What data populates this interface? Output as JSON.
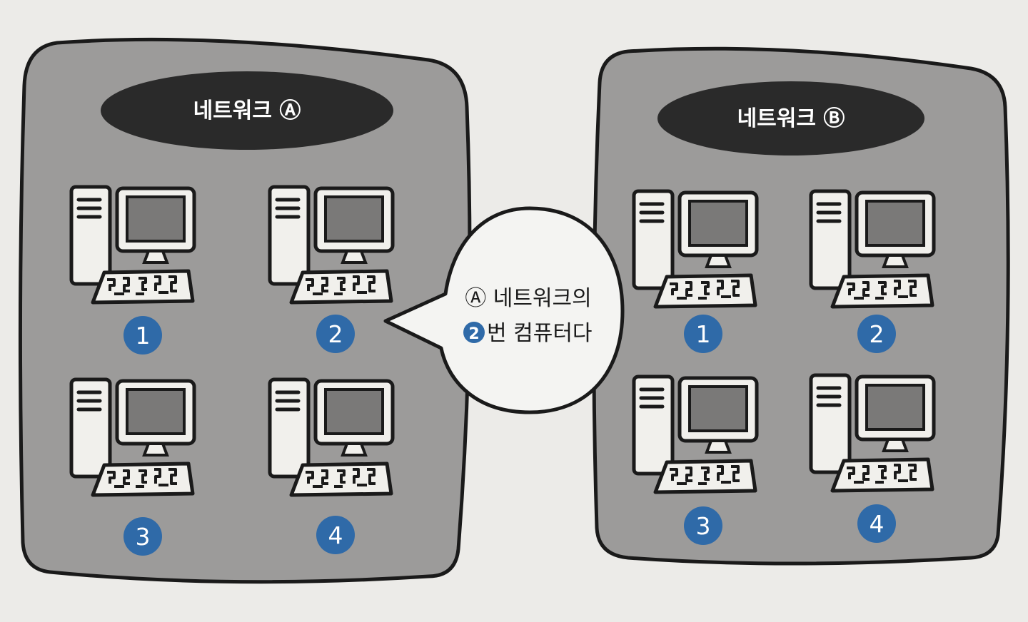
{
  "colors": {
    "background": "#ecebe8",
    "panel_fill": "#9c9b9a",
    "outline": "#1a1a1a",
    "pill_fill": "#2a2a2a",
    "computer_fill": "#f1f0ec",
    "screen_fill": "#7a7978",
    "badge_fill": "#2f6aa8",
    "bubble_fill": "#f4f4f2"
  },
  "network_a": {
    "title": "네트워크 Ⓐ",
    "computers": [
      {
        "number": "1",
        "icon": "desktop-computer-icon"
      },
      {
        "number": "2",
        "icon": "desktop-computer-icon"
      },
      {
        "number": "3",
        "icon": "desktop-computer-icon"
      },
      {
        "number": "4",
        "icon": "desktop-computer-icon"
      }
    ]
  },
  "network_b": {
    "title": "네트워크 Ⓑ",
    "computers": [
      {
        "number": "1",
        "icon": "desktop-computer-icon"
      },
      {
        "number": "2",
        "icon": "desktop-computer-icon"
      },
      {
        "number": "3",
        "icon": "desktop-computer-icon"
      },
      {
        "number": "4",
        "icon": "desktop-computer-icon"
      }
    ]
  },
  "callout": {
    "line1": "Ⓐ 네트워크의",
    "line2_badge": "2",
    "line2_text": "번 컴퓨터다"
  }
}
